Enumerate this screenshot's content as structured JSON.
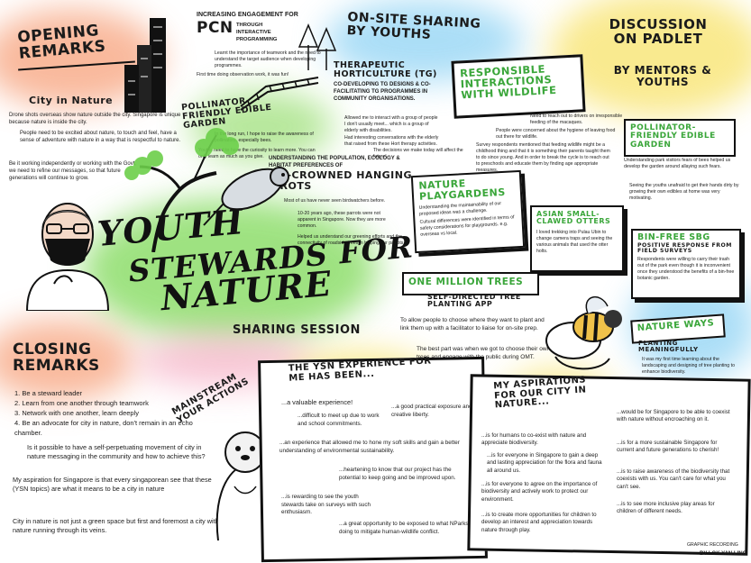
{
  "colors": {
    "green": "#7ed957",
    "yellow": "#f8e36a",
    "blue": "#8fd3f4",
    "orange": "#f7a27c",
    "pink": "#f7b4c9",
    "ink": "#111111"
  },
  "opening": {
    "title": "Opening Remarks",
    "subtitle": "City in Nature",
    "p1": "Drone shots overseas show nature outside the city. Singapore is unique because nature is inside the city.",
    "p2": "People need to be excited about nature, to touch and feel, have a sense of adventure with nature in a way that is respectful to nature.",
    "p3": "Be it working independently or working with the Govt, we need to refine our messages, so that future generations will continue to grow."
  },
  "pcn": {
    "title": "Increasing engagement for",
    "big": "PCN",
    "side": "through interactive programming",
    "n1": "Learnt the importance of teamwork and the need to understand the target audience when developing programmes.",
    "n2": "First time doing observation work, it was fun!"
  },
  "pollinator_left": {
    "title": "Pollinator-friendly edible garden",
    "n1": "In the long run, I hope to raise the awareness of pollinators, especially bees.",
    "n2": "Youths need to have the curiosity to learn more. You can only learn as much as you give."
  },
  "onsite": {
    "title": "On-site sharing by youths"
  },
  "horti": {
    "title": "Therapeutic horticulture (TG)",
    "sub": "co-developing TG designs & co-facilitating TG programmes in community organisations.",
    "n1": "Allowed me to interact with a group of people I don't usually meet... which is a group of elderly with disabilities.",
    "n2": "Had interesting conversations with the elderly that raised from these Hort therapy activities.",
    "n3": "The decisions we make today will affect the future!"
  },
  "responsible": {
    "title": "Responsible interactions with wildlife",
    "n1": "Need to reach out to drivers on irresponsible feeding of the macaques.",
    "n2": "People were concerned about the hygiene of leaving food out there for wildlife.",
    "n3": "Survey respondents mentioned that feeding wildlife might be a childhood thing and that it is something their parents taught them to do since young. And in order to break the cycle is to reach out to preschools and educate them by finding age appropriate measures."
  },
  "padlet": {
    "title": "Discussion on Padlet",
    "sub": "by mentors & youths"
  },
  "pollinator_right": {
    "title": "Pollinator-friendly edible garden",
    "n1": "Understanding park visitors fears of bees helped us develop the garden around allaying such fears.",
    "n2": "Seeing the youths unafraid to get their hands dirty by growing their own edibles at home was very motivating."
  },
  "parrots": {
    "pre": "Understanding the population, ecology & habitat preferences of",
    "title": "Blue-crowned hanging parrots",
    "n1": "Most of us have never seen birdwatchers before.",
    "n2": "10-20 years ago, these parrots were not apparent in Singapore. Now they are more common.",
    "n3": "Helped us understand our greening efforts and the connectivity of roadside trees in helping our parrots."
  },
  "playgardens": {
    "title": "Nature Playgardens",
    "n1": "Understanding the maintainability of our proposed ideas was a challenge.",
    "n2": "Cultural differences were identified in terms of safety considerations for playgrounds. e.g. overseas vs local."
  },
  "otters": {
    "title": "Asian small-clawed otters",
    "n1": "I loved trekking into Pulau Ubin to change camera traps and seeing the various animals that used the otter holts."
  },
  "binfree": {
    "title": "Bin-free SBG",
    "sub": "Positive response from field surveys",
    "n1": "Respondents were willing to carry their trash out of the park even though it is inconvenient once they understood the benefits of a bin-free botanic garden."
  },
  "trees": {
    "title": "One Million Trees",
    "sub": "Self-directed tree planting app",
    "n1": "To allow people to choose where they want to plant and link them up with a facilitator to liaise for on-site prep.",
    "n2": "The best part was when we got to choose their own trees and engage with the public during OMT."
  },
  "natureways": {
    "title": "Nature Ways",
    "sub": "Planting meaningfully",
    "n1": "It was my first time learning about the landscaping and designing of tree planting to enhance biodiversity."
  },
  "main_title": {
    "line1": "Youth",
    "line2": "Stewards for",
    "line3": "Nature",
    "sub": "Sharing session"
  },
  "closing": {
    "title": "Closing Remarks",
    "list": [
      "1. Be a steward leader",
      "2. Learn from one another through teamwork",
      "3. Network with one another, learn deeply",
      "4. Be an advocate for city in nature, don't remain in an echo chamber."
    ],
    "q1": "Is it possible to have a self-perpetuating movement of city in nature messaging in the community and how to achieve this?",
    "q2": "My aspiration for Singapore is that every singaporean see that these (YSN topics) are what it means to be a city in nature",
    "q3": "City in nature is not just a green space but first and foremost a city with nature running through its veins.",
    "banner": "Mainstream your actions"
  },
  "experience": {
    "title": "The YSN experience for me has been...",
    "items": [
      "...a valuable experience!",
      "...difficult to meet up due to work and school commitments.",
      "...a good practical exposure and creative liberty.",
      "...an experience that allowed me to hone my soft skills and gain a better understanding of environmental sustainability.",
      "...heartening to know that our project has the potential to keep going and be improved upon.",
      "...is rewarding to see the youth stewards take on surveys with such enthusiasm.",
      "...a great opportunity to be exposed to what NParks is doing to mitigate human-wildlife conflict."
    ]
  },
  "aspirations": {
    "title": "My aspirations for our city in nature...",
    "left": [
      "...is for humans to co-exist with nature and appreciate biodiversity.",
      "...is for everyone in Singapore to gain a deep and lasting appreciation for the flora and fauna all around us.",
      "...is for everyone to agree on the importance of biodiversity and actively work to protect our environment.",
      "...is to create more opportunities for children to develop an interest and appreciation towards nature through play."
    ],
    "right": [
      "...would be for Singapore to be able to coexist with nature without encroaching on it.",
      "...is for a more sustainable Singapore for current and future generations to cherish!",
      "...is to raise awareness of the biodiversity that coexists with us. You can't care for what you can't see.",
      "...is to see more inclusive play areas for children of different needs."
    ]
  },
  "credit": {
    "line1": "Graphic recording",
    "line2": "by Lok Yan Ling"
  }
}
